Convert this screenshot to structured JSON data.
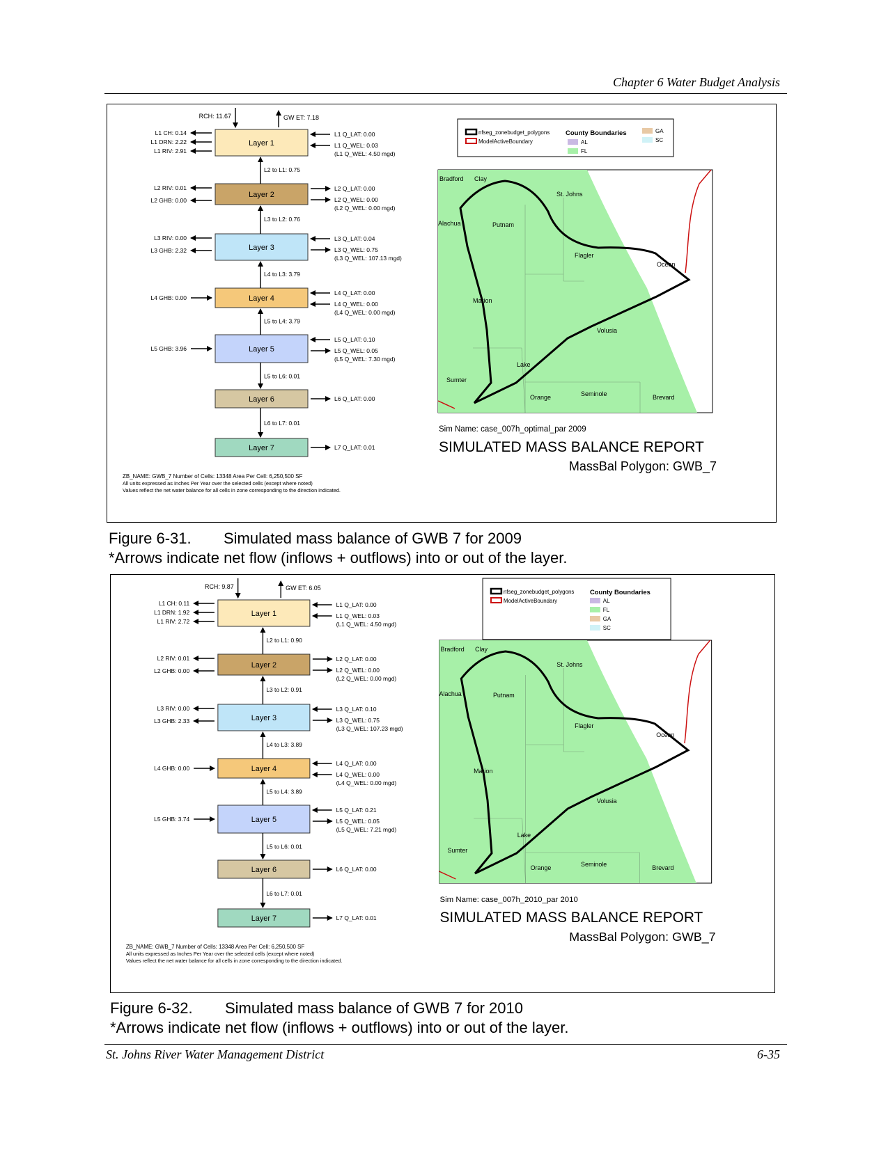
{
  "header": {
    "title": "Chapter 6 Water Budget Analysis"
  },
  "footer": {
    "left": "St. Johns River Water Management District",
    "right": "6-35"
  },
  "figures": [
    {
      "caption_number": "Figure 6-31.",
      "caption_title": "Simulated mass balance of GWB 7 for 2009",
      "caption_note": "*Arrows indicate net flow (inflows + outflows) into or out of the layer.",
      "rch": "RCH: 11.67",
      "gwet": "GW ET:  7.18",
      "layers": [
        "Layer 1",
        "Layer 2",
        "Layer 3",
        "Layer 4",
        "Layer 5",
        "Layer 6",
        "Layer 7"
      ],
      "between": [
        "L2 to L1:  0.75",
        "L3 to L2:  0.76",
        "L4 to L3:  3.79",
        "L5 to L4:  3.79",
        "L5 to L6:  0.01",
        "L6 to L7:  0.01"
      ],
      "left_labels": [
        [
          "L1 CH:  0.14",
          "L1 DRN:  2.22",
          "L1 RIV:  2.91"
        ],
        [
          "L2 RIV:  0.01",
          "L2 GHB:  0.00"
        ],
        [
          "L3 RIV:  0.00",
          "L3 GHB:  2.32"
        ],
        [
          "L4 GHB:  0.00"
        ],
        [
          "L5 GHB:  3.96"
        ],
        [],
        []
      ],
      "right_labels": [
        [
          "L1 Q_LAT:  0.00",
          "L1 Q_WEL:  0.03",
          "(L1 Q_WEL:  4.50 mgd)"
        ],
        [
          "L2 Q_LAT:  0.00",
          "L2 Q_WEL:  0.00",
          "(L2 Q_WEL:  0.00 mgd)"
        ],
        [
          "L3 Q_LAT:  0.04",
          "L3 Q_WEL:  0.75",
          "(L3 Q_WEL: 107.13 mgd)"
        ],
        [
          "L4 Q_LAT:  0.00",
          "L4 Q_WEL:  0.00",
          "(L4 Q_WEL:  0.00 mgd)"
        ],
        [
          "L5 Q_LAT:  0.10",
          "L5 Q_WEL:  0.05",
          "(L5 Q_WEL:  7.30 mgd)"
        ],
        [
          "L6 Q_LAT:  0.00"
        ],
        [
          "L7 Q_LAT:  0.01"
        ]
      ],
      "legend": {
        "polygons": "nfseg_zonebudget_polygons",
        "boundary": "ModelActiveBoundary",
        "county_title": "County Boundaries",
        "counties": [
          "AL",
          "FL",
          "GA",
          "SC"
        ]
      },
      "counties": [
        "Bradford",
        "Clay",
        "St. Johns",
        "Alachua",
        "Putnam",
        "Flagler",
        "Ocean",
        "Marion",
        "Volusia",
        "Lake",
        "Sumter",
        "Orange",
        "Seminole",
        "Brevard"
      ],
      "sim_name": "Sim Name: case_007h_optimal_par    2009",
      "report_title": "SIMULATED MASS BALANCE REPORT",
      "polygon": "MassBal Polygon: GWB_7",
      "notes": [
        "ZB_NAME: GWB_7  Number of Cells: 13348  Area Per Cell: 6,250,500 SF",
        "All units expressed as Inches Per Year over the selected cells (except where noted)",
        "Values reflect the net water balance for all cells in zone corresponding to the direction indicated."
      ]
    },
    {
      "caption_number": "Figure 6-32.",
      "caption_title": "Simulated mass balance of GWB 7 for 2010",
      "caption_note": "*Arrows indicate net flow (inflows + outflows) into or out of the layer.",
      "rch": "RCH:  9.87",
      "gwet": "GW ET:  6.05",
      "layers": [
        "Layer 1",
        "Layer 2",
        "Layer 3",
        "Layer 4",
        "Layer 5",
        "Layer 6",
        "Layer 7"
      ],
      "between": [
        "L2 to L1:  0.90",
        "L3 to L2:  0.91",
        "L4 to L3:  3.89",
        "L5 to L4:  3.89",
        "L5 to L6:  0.01",
        "L6 to L7:  0.01"
      ],
      "left_labels": [
        [
          "L1 CH:  0.11",
          "L1 DRN:  1.92",
          "L1 RIV:  2.72"
        ],
        [
          "L2 RIV:  0.01",
          "L2 GHB:  0.00"
        ],
        [
          "L3 RIV:  0.00",
          "L3 GHB:  2.33"
        ],
        [
          "L4 GHB:  0.00"
        ],
        [
          "L5 GHB:  3.74"
        ],
        [],
        []
      ],
      "right_labels": [
        [
          "L1 Q_LAT:  0.00",
          "L1 Q_WEL:  0.03",
          "(L1 Q_WEL:  4.50 mgd)"
        ],
        [
          "L2 Q_LAT:  0.00",
          "L2 Q_WEL:  0.00",
          "(L2 Q_WEL:  0.00 mgd)"
        ],
        [
          "L3 Q_LAT:  0.10",
          "L3 Q_WEL:  0.75",
          "(L3 Q_WEL: 107.23 mgd)"
        ],
        [
          "L4 Q_LAT:  0.00",
          "L4 Q_WEL:  0.00",
          "(L4 Q_WEL:  0.00 mgd)"
        ],
        [
          "L5 Q_LAT:  0.21",
          "L5 Q_WEL:  0.05",
          "(L5 Q_WEL:  7.21 mgd)"
        ],
        [
          "L6 Q_LAT:  0.00"
        ],
        [
          "L7 Q_LAT:  0.01"
        ]
      ],
      "legend": {
        "polygons": "nfseg_zonebudget_polygons",
        "boundary": "ModelActiveBoundary",
        "county_title": "County Boundaries",
        "counties": [
          "AL",
          "FL",
          "GA",
          "SC"
        ]
      },
      "counties": [
        "Bradford",
        "Clay",
        "St. Johns",
        "Alachua",
        "Putnam",
        "Flagler",
        "Ocean",
        "Marion",
        "Volusia",
        "Lake",
        "Sumter",
        "Orange",
        "Seminole",
        "Brevard"
      ],
      "sim_name": "Sim Name: case_007h_2010_par    2010",
      "report_title": "SIMULATED MASS BALANCE REPORT",
      "polygon": "MassBal Polygon: GWB_7",
      "notes": [
        "ZB_NAME: GWB_7  Number of Cells: 13348  Area Per Cell: 6,250,500 SF",
        "All units expressed as Inches Per Year over the selected cells (except where noted)",
        "Values reflect the net water balance for all cells in zone corresponding to the direction indicated."
      ]
    }
  ],
  "colors": {
    "layers": [
      "#fde9b9",
      "#c9a468",
      "#bfe5f8",
      "#f5c87a",
      "#c4d4fb",
      "#d6c7a2",
      "#a0d9c0"
    ],
    "fl_green": "#a7f0a8",
    "boundary_red": "#cc1111",
    "al": "#c9b9e3",
    "ga": "#e8c9a5",
    "sc": "#d0f2f7"
  }
}
